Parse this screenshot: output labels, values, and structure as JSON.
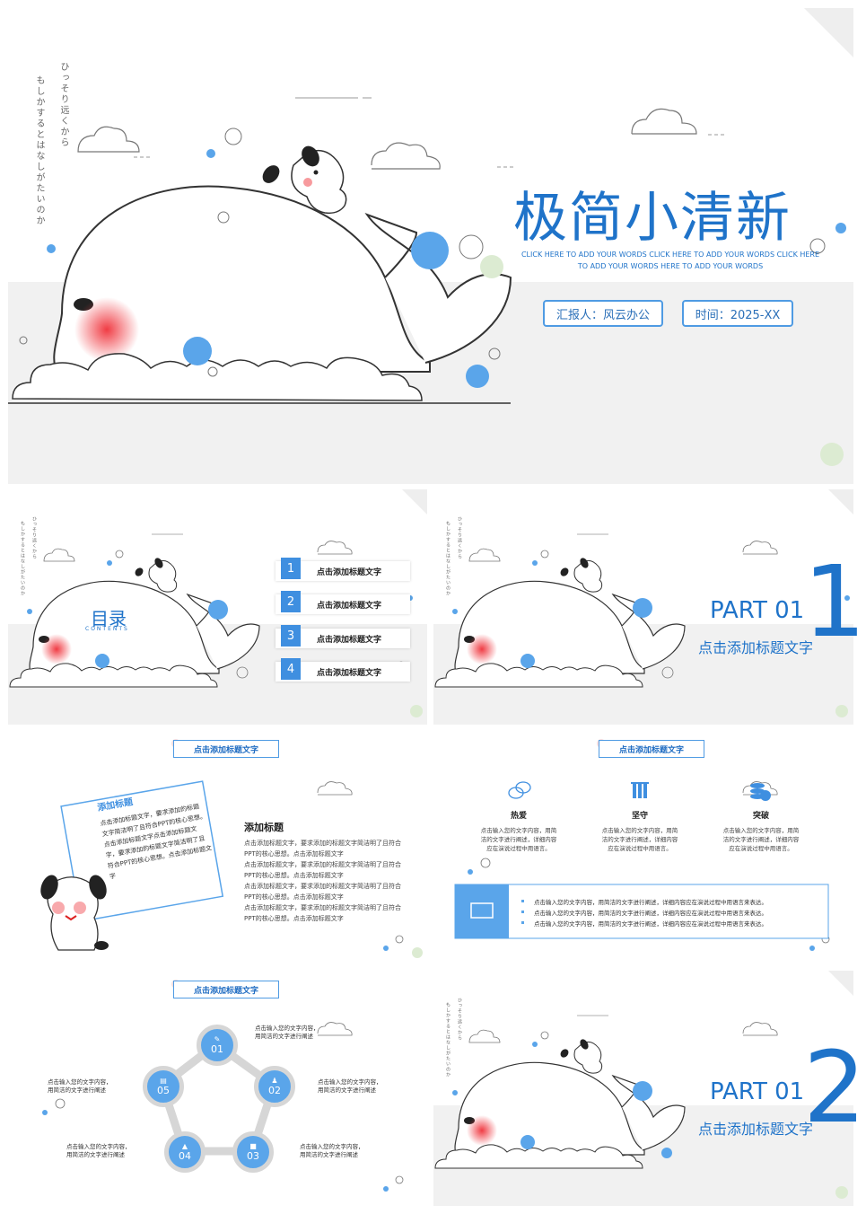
{
  "cover": {
    "vertical_text_1": "ひっそり远くから",
    "vertical_text_2": "もしかするとはなしがたいのか",
    "title": "极简小清新",
    "subtitle_line1": "CLICK HERE TO ADD YOUR WORDS CLICK HERE TO ADD YOUR WORDS CLICK HERE",
    "subtitle_line2": "TO ADD YOUR WORDS HERE TO ADD YOUR WORDS",
    "reporter_label": "汇报人：风云办公",
    "time_label": "时间：2025-XX"
  },
  "toc": {
    "title": "目录",
    "subtitle": "CONTENTS",
    "items": [
      {
        "num": "1",
        "label": "点击添加标题文字"
      },
      {
        "num": "2",
        "label": "点击添加标题文字"
      },
      {
        "num": "3",
        "label": "点击添加标题文字"
      },
      {
        "num": "4",
        "label": "点击添加标题文字"
      }
    ]
  },
  "part1": {
    "title": "PART 01",
    "subtitle": "点击添加标题文字",
    "big_number": "1"
  },
  "slide_text": {
    "tag": "点击添加标题文字",
    "card_title": "添加标题",
    "card_body": "点击添加标题文字，要求添加的标题文字简洁明了且符合PPT的核心思想。点击添加标题文字点击添加标题文字，要求添加的标题文字简洁明了且符合PPT的核心思想。点击添加标题文字",
    "heading": "添加标题",
    "paragraphs": [
      "点击添加标题文字，要求添加的标题文字简洁明了且符合",
      "PPT的核心思想。点击添加标题文字",
      "点击添加标题文字，要求添加的标题文字简洁明了且符合",
      "PPT的核心思想。点击添加标题文字",
      "点击添加标题文字，要求添加的标题文字简洁明了且符合",
      "PPT的核心思想。点击添加标题文字",
      "点击添加标题文字，要求添加的标题文字简洁明了且符合",
      "PPT的核心思想。点击添加标题文字"
    ]
  },
  "slide_icons": {
    "tag": "点击添加标题文字",
    "columns": [
      {
        "icon": "chat-bubbles-icon",
        "title": "热爱",
        "desc": "点击输入您的文字内容，用简洁的文字进行阐述，详细内容应在演说过程中用语言。"
      },
      {
        "icon": "books-icon",
        "title": "坚守",
        "desc": "点击输入您的文字内容，用简洁的文字进行阐述，详细内容应在演说过程中用语言。"
      },
      {
        "icon": "coins-icon",
        "title": "突破",
        "desc": "点击输入您的文字内容，用简洁的文字进行阐述，详细内容应在演说过程中用语言。"
      }
    ],
    "bullets": [
      "点击输入您的文字内容，用简洁的文字进行阐述，详细内容应在演说过程中用语言来表达。",
      "点击输入您的文字内容，用简洁的文字进行阐述，详细内容应在演说过程中用语言来表达。",
      "点击输入您的文字内容，用简洁的文字进行阐述，详细内容应在演说过程中用语言来表达。"
    ]
  },
  "slide_cycle": {
    "tag": "点击添加标题文字",
    "nodes": [
      {
        "num": "01",
        "icon": "handshake-icon",
        "text": "点击输入您的文字内容，用简洁的文字进行阐述"
      },
      {
        "num": "02",
        "icon": "people-icon",
        "text": "点击输入您的文字内容，用简洁的文字进行阐述"
      },
      {
        "num": "03",
        "icon": "gift-icon",
        "text": "点击输入您的文字内容，用简洁的文字进行阐述"
      },
      {
        "num": "04",
        "icon": "growth-icon",
        "text": "点击输入您的文字内容，用简洁的文字进行阐述"
      },
      {
        "num": "05",
        "icon": "chart-icon",
        "text": "点击输入您的文字内容，用简洁的文字进行阐述"
      }
    ]
  },
  "part2": {
    "title": "PART 01",
    "subtitle": "点击添加标题文字",
    "big_number": "2"
  },
  "colors": {
    "accent": "#1f73c9",
    "bubble": "#5aa5ea",
    "cheek": "#f04a50",
    "band": "#f1f1f1",
    "green": "#dcebd2"
  }
}
